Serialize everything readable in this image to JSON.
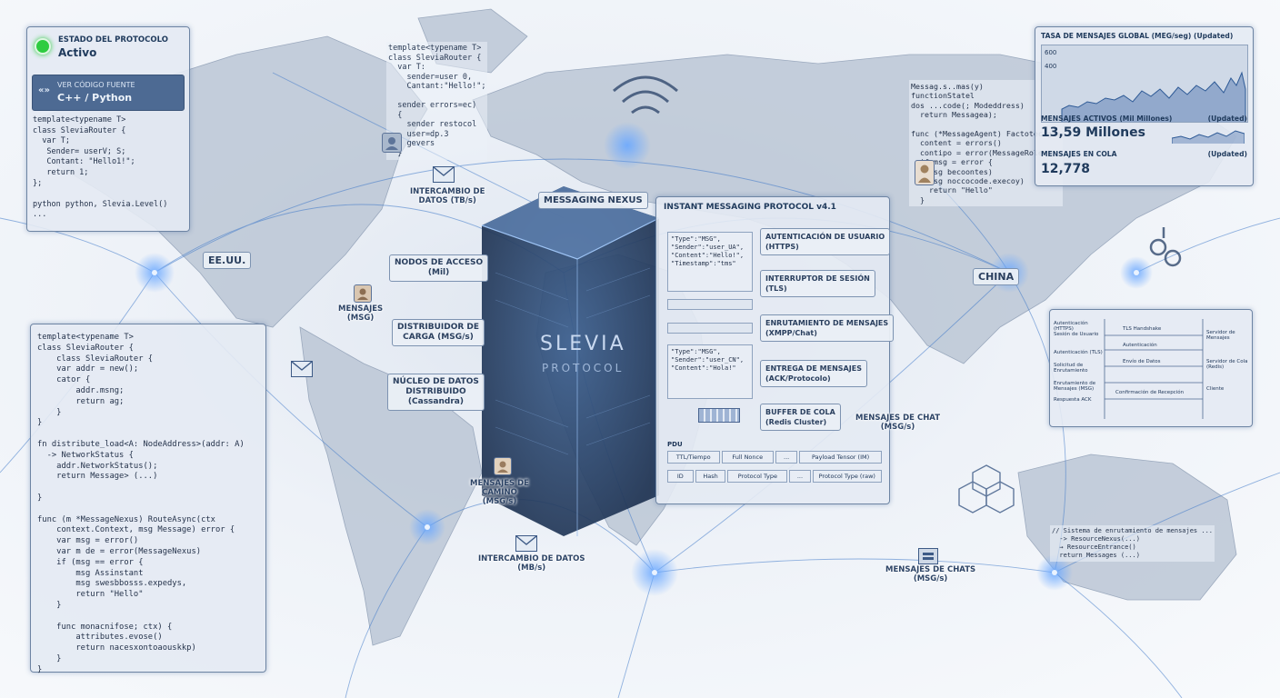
{
  "status_panel": {
    "title": "ESTADO DEL PROTOCOLO",
    "value": "Activo",
    "lang_label": "VER CÓDIGO FUENTE",
    "lang_value": "C++ / Python",
    "code": "template<typename T>\nclass SleviaRouter {\n  var T;\n   Sender= userV; S;\n   Contant: \"Hello1!\";\n   return 1;\n};\n\npython python, Slevia.Level()\n..."
  },
  "top_code": "template<typename T>\nclass SleviaRouter {\n  var T:\n    sender=user 0,\n    Cantant:\"Hello!\";\n\n  sender errors=ec)\n  {\n    sender restocol\n    user=dp.3\n    gevers\n  }",
  "left_code": "template<typename T>\nclass SleviaRouter {\n    class SleviaRouter {\n    var addr = new();\n    cator {\n        addr.msng;\n        return ag;\n    }\n}\n\nfn distribute_load<A: NodeAddress>(addr: A)\n  -> NetworkStatus {\n    addr.NetworkStatus();\n    return Message> (...)\n\n}\n\nfunc (m *MessageNexus) RouteAsync(ctx\n    context.Context, msg Message) error {\n    var msg = error()\n    var m de = error(MessageNexus)\n    if (msg == error {\n        msg Assinstant\n        msg swesbbosss.expedys,\n        return \"Hello\"\n    }\n\n    func monacnifose; ctx) {\n        attributes.evose()\n        return nacesxontoaouskkp)\n    }\n}",
  "right_code": "Messag.s..mas(y)\nfunctionStatel\ndos ...code(; Modeddress)\n  return Messagea);\n\nfunc (*MessageAgent) Factotecoges\n  content = errors()\n  contipo = error(MessageRoles)\n  if msg = error {\n    msg becoontes)\n    msg noccocode.execoy)\n    return \"Hello\"\n  }",
  "stats": {
    "rate_title": "TASA DE MENSAJES GLOBAL (MEG/seg) (Updated)",
    "y_top": "600",
    "y_mid": "400",
    "active_title": "MENSAJES ACTIVOS (Mil Millones)",
    "active_tag": "(Updated)",
    "active_value": "13,59 Millones",
    "queue_title": "MENSAJES EN COLA",
    "queue_tag": "(Updated)",
    "queue_value": "12,778"
  },
  "nexus_label": "MESSAGING NEXUS",
  "cube": {
    "title": "SLEVIA",
    "subtitle": "PROTOCOL"
  },
  "protocol": {
    "title": "INSTANT MESSAGING PROTOCOL v4.1",
    "json1": "\"Type\":\"MSG\",\n\"Sender\":\"user_UA\",\n\"Content\":\"Hello!\",\n\"Timestamp\":\"tms\"",
    "json2": "\"Type\":\"MSG\",\n\"Sender\":\"user_CN\",\n\"Content\":\"Hola!\"",
    "steps": [
      {
        "text": "AUTENTICACIÓN DE USUARIO\n(HTTPS)"
      },
      {
        "text": "INTERRUPTOR DE SESIÓN\n(TLS)"
      },
      {
        "text": "ENRUTAMIENTO DE MENSAJES\n(XMPP/Chat)"
      },
      {
        "text": "ENTREGA DE MENSAJES\n(ACK/Protocolo)"
      },
      {
        "text": "BUFFER DE COLA\n(Redis Cluster)"
      }
    ],
    "table_label": "PDU",
    "table_row1": [
      "TTL/Tiempo",
      "Full Nonce",
      "...",
      "Payload Tensor (IM)"
    ],
    "table_row2": [
      "ID",
      "Hash",
      "Protocol Type",
      "...",
      "Protocol Type (raw)"
    ]
  },
  "map_labels": {
    "usa": "EE.UU.",
    "china": "CHINA",
    "exchange_top": "INTERCAMBIO DE\nDATOS (TB/s)",
    "nodes": "NODOS DE ACCESO\n(Mil)",
    "distributor": "DISTRIBUIDOR DE\nCARGA (MSG/s)",
    "core": "NÚCLEO DE DATOS\nDISTRIBUIDO\n(Cassandra)",
    "msg_left": "MENSAJES\n(MSG)",
    "msg_sa": "MENSAJES DE\nCAMINO\n(MSG/s)",
    "exchange_bottom": "INTERCAMBIO DE DATOS\n(MB/s)",
    "chat": "MENSAJES DE CHAT\n(MSG/s)",
    "chat_bottom": "MENSAJES DE CHATS\n(MSG/s)"
  },
  "sequence": {
    "left_labels": [
      "Autenticación (HTTPS)",
      "Sesión de Usuario",
      "Autenticación (TLS)",
      "Solicitud de Enrutamiento",
      "Enrutamiento de Mensajes (MSG)",
      "Respuesta ACK"
    ],
    "mid_labels": [
      "TLS Handshake",
      "Autenticación",
      "Envío de Datos",
      "Confirmación de Recepción"
    ],
    "right_labels": [
      "Servidor de Mensajes",
      "Servidor de Cola (Redis)",
      "Cliente"
    ]
  },
  "aus_code": "// Sistema de enrutamiento de mensajes ...\n  -> ResourceNexus(...)\n  → ResourceEntrance()\n  return Messages (...)",
  "colors": {
    "accent": "#2f6fc1",
    "glow": "#5aa0ff",
    "panel": "#e4eaf3",
    "status_green": "#2ecc40"
  },
  "icons": [
    "wifi-icon",
    "envelope-icon",
    "avatar-icon",
    "link-icon",
    "server-icon",
    "hexagon-network-icon"
  ]
}
